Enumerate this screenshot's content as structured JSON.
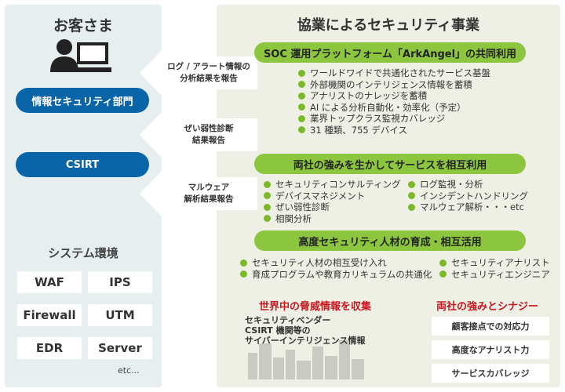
{
  "left": {
    "title": "お客さま",
    "departments": [
      "情報セキュリティ部門",
      "CSIRT"
    ],
    "system_title": "システム環境",
    "systems": [
      "WAF",
      "IPS",
      "Firewall",
      "UTM",
      "EDR",
      "Server"
    ],
    "etc": "etc..."
  },
  "reports": [
    "ログ / アラート情報の\n分析結果を報告",
    "ぜい弱性診断\n結果報告",
    "マルウェア\n解析結果報告"
  ],
  "right": {
    "title": "協業によるセキュリティ事業",
    "platform": {
      "heading": "SOC 運用プラットフォーム「ArkAngel」の共同利用",
      "items": [
        "ワールドワイドで共通化されたサービス基盤",
        "外部機関のインテリジェンス情報を蓄積",
        "アナリストのナレッジを蓄積",
        "AI による分析自動化・効率化（予定）",
        "業界トップクラス監視カバレッジ",
        "31 種類、755 デバイス"
      ]
    },
    "services": {
      "heading": "両社の強みを生かしてサービスを相互利用",
      "col1": [
        "セキュリティコンサルティング",
        "デバイスマネジメント",
        "ぜい弱性診断",
        "相関分析"
      ],
      "col2": [
        "ログ監視・分析",
        "インシデントハンドリング",
        "マルウェア解析・・・etc"
      ]
    },
    "talent": {
      "heading": "高度セキュリティ人材の育成・相互活用",
      "col1": [
        "セキュリティ人材の相互受け入れ",
        "育成プログラムや教育カリキュラムの共通化"
      ],
      "col2": [
        "セキュリティアナリスト",
        "セキュリティエンジニア"
      ]
    },
    "threat": {
      "heading": "世界中の脅威情報を収集",
      "lines": [
        "セキュリティベンダー",
        "CSIRT 機関等の",
        "サイバーインテリジェンス情報"
      ]
    },
    "synergy": {
      "heading": "両社の強みとシナジー",
      "items": [
        "顧客接点での対応力",
        "高度なアナリスト力",
        "サービスカバレッジ"
      ]
    }
  },
  "colors": {
    "blue": "#0a64a8",
    "green": "#8cc63f",
    "red": "#c8161e"
  }
}
